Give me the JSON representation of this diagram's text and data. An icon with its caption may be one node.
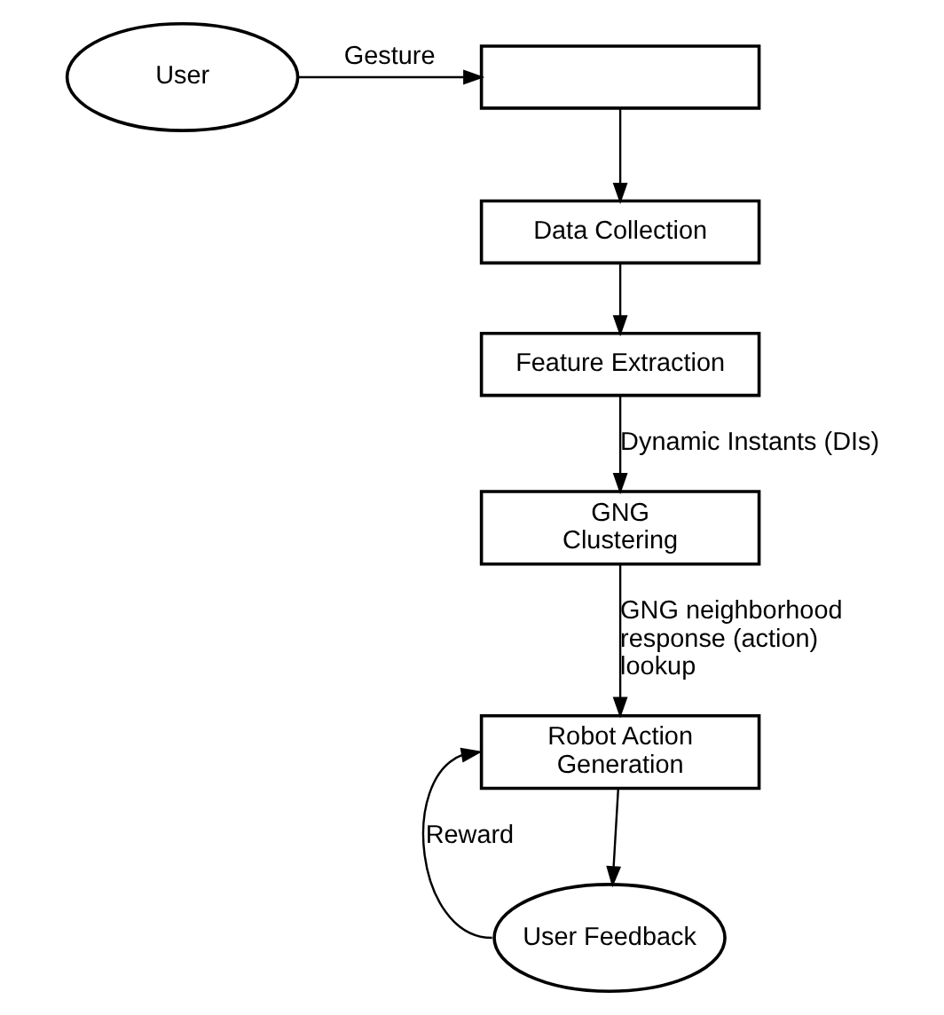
{
  "diagram": {
    "nodes": [
      {
        "text": [
          "User"
        ]
      },
      {
        "text": [],
        "shape": "box"
      },
      {
        "text": [
          "Data Collection"
        ]
      },
      {
        "text": [
          "Feature Extraction"
        ]
      },
      {
        "text": [
          "GNG Clustering"
        ]
      },
      {
        "text": [
          "Robot Action Generation"
        ]
      },
      {
        "text": [
          "User Feedback"
        ]
      }
    ],
    "edges": [
      {
        "from": 0,
        "to": 1,
        "arrow": "to",
        "label": "Gesture"
      },
      {
        "from": 1,
        "to": 2,
        "arrow": "to"
      },
      {
        "from": 2,
        "to": 3,
        "arrow": "to"
      },
      {
        "from": 3,
        "to": 4,
        "arrow": "to",
        "label": "Dynamic Instants (DIs)"
      },
      {
        "from": 4,
        "to": 5,
        "arrow": "to",
        "label": "GNG neighborhood response (action) lookup"
      },
      {
        "from": 5,
        "to": 6,
        "arrow": "to"
      },
      {
        "from": 6,
        "to": 5,
        "arrow": "to",
        "label": "Reward"
      }
    ]
  }
}
